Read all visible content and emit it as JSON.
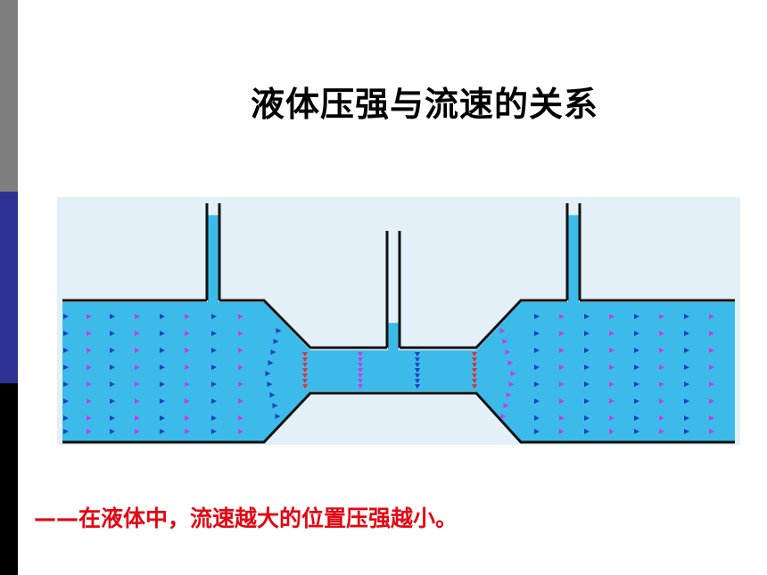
{
  "slide": {
    "title": "液体压强与流速的关系",
    "conclusion": "——在液体中，流速越大的位置压强越小。"
  },
  "colors": {
    "panel_background": "#e4f0f8",
    "liquid": "#3cbbeb",
    "pipe_wall": "#111111",
    "conclusion_text": "#e30613",
    "flow_arrow_blue": "#1f3fbf",
    "flow_arrow_violet": "#c040e0",
    "flow_arrow_red": "#e0303c"
  },
  "diagram": {
    "tubes": [
      {
        "name": "left-vertical-tube",
        "liquid_fill_fraction": 0.88
      },
      {
        "name": "middle-vertical-tube",
        "liquid_fill_fraction": 0.23
      },
      {
        "name": "right-vertical-tube",
        "liquid_fill_fraction": 0.88
      }
    ]
  }
}
